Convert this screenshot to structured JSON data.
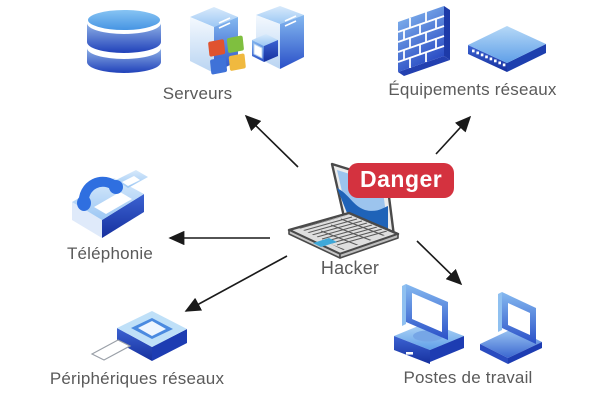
{
  "diagram": {
    "title": "Hacker threat diagram",
    "background_color": "#ffffff",
    "arrow_color": "#1a1a1a",
    "label_color": "#5a5a5a",
    "icon_palette": {
      "blue_light": "#8fc3f2",
      "blue_dark": "#1e3fb4",
      "top_face": "#cde4f9",
      "deep_blue": "#16309e"
    },
    "center": {
      "id": "hacker",
      "label": "Hacker",
      "icon": "hacker-laptop-icon",
      "badge": {
        "text": "Danger",
        "bg_color": "#d4323f",
        "text_color": "#ffffff"
      }
    },
    "nodes": [
      {
        "id": "serveurs",
        "label": "Serveurs",
        "position": "top-left",
        "icons": [
          "database-icon",
          "windows-server-icon",
          "server-tower-icon"
        ]
      },
      {
        "id": "equipements-reseaux",
        "label": "Équipements réseaux",
        "position": "top-right",
        "icons": [
          "firewall-icon",
          "network-switch-icon"
        ]
      },
      {
        "id": "telephonie",
        "label": "Téléphonie",
        "position": "middle-left",
        "icons": [
          "telephone-icon"
        ]
      },
      {
        "id": "peripheriques-reseaux",
        "label": "Périphériques réseaux",
        "position": "bottom-left",
        "icons": [
          "printer-icon"
        ]
      },
      {
        "id": "postes-de-travail",
        "label": "Postes de travail",
        "position": "bottom-right",
        "icons": [
          "desktop-computer-icon",
          "workstation-laptop-icon"
        ]
      }
    ],
    "connections": [
      {
        "from": "hacker",
        "to": "serveurs"
      },
      {
        "from": "hacker",
        "to": "equipements-reseaux"
      },
      {
        "from": "hacker",
        "to": "telephonie"
      },
      {
        "from": "hacker",
        "to": "peripheriques-reseaux"
      },
      {
        "from": "hacker",
        "to": "postes-de-travail"
      }
    ]
  }
}
